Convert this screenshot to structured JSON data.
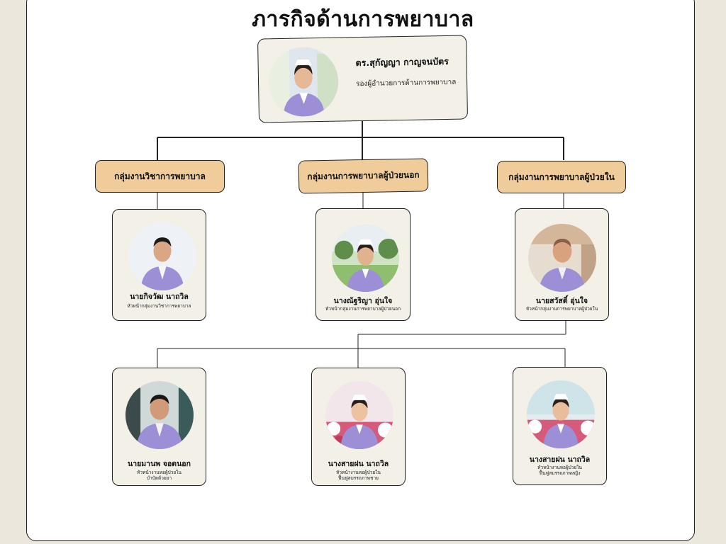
{
  "title": "ภารกิจด้านการพยาบาล",
  "director": {
    "name": "ดร.สุกัญญา  กาญจนบัตร",
    "role": "รองผู้อำนวยการด้านการพยาบาล"
  },
  "groups": [
    {
      "label": "กลุ่มงานวิชาการพยาบาล"
    },
    {
      "label": "กลุ่มงานการพยาบาลผู้ป่วยนอก"
    },
    {
      "label": "กลุ่มงานการพยาบาลผู้ป่วยใน"
    }
  ],
  "heads": [
    {
      "name": "นายกิจวัฒ นาถวิล",
      "role": "หัวหน้ากลุ่มงานวิชาการพยาบาล"
    },
    {
      "name": "นางณัฐริญา อุ่นใจ",
      "role": "หัวหน้ากลุ่มงานการพยาบาลผู้ป่วยนอก"
    },
    {
      "name": "นายสวัสดิ์  อุ่นใจ",
      "role": "หัวหน้ากลุ่มงานการพยาบาลผู้ป่วยใน"
    }
  ],
  "units": [
    {
      "name": "นายมานพ  จอดนอก",
      "role_line1": "หัวหน้างานหอผู้ป่วยใน",
      "role_line2": "บำบัดด้วยยา"
    },
    {
      "name": "นางสายฝน  นาถวิล",
      "role_line1": "หัวหน้างานหอผู้ป่วยใน",
      "role_line2": "ฟื้นฟูสมรรถภาพชาย"
    },
    {
      "name": "นางสายฝน  นาถวิล",
      "role_line1": "หัวหน้างานหอผู้ป่วยใน",
      "role_line2": "ฟื้นฟูสมรรถภาพหญิง"
    }
  ],
  "colors": {
    "card_bg": "#f3f0e8",
    "group_pill": "#efcc9a",
    "uniform": "#9d8fd6",
    "page_bg": "#ebe7dc"
  }
}
